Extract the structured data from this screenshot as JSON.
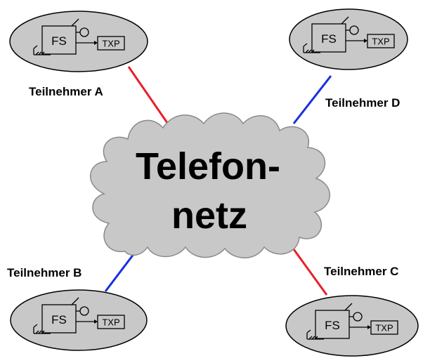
{
  "diagram": {
    "cloud": {
      "line1": "Telefon-",
      "line2": "netz"
    },
    "participants": {
      "a": {
        "label": "Teilnehmer A",
        "fs": "FS",
        "txp": "TXP",
        "link_color": "#e8202a"
      },
      "b": {
        "label": "Teilnehmer B",
        "fs": "FS",
        "txp": "TXP",
        "link_color": "#1a2ee0"
      },
      "c": {
        "label": "Teilnehmer C",
        "fs": "FS",
        "txp": "TXP",
        "link_color": "#e8202a"
      },
      "d": {
        "label": "Teilnehmer D",
        "fs": "FS",
        "txp": "TXP",
        "link_color": "#1a2ee0"
      }
    },
    "colors": {
      "node_fill": "#c8c8c8",
      "cloud_fill": "#c8c8c8",
      "red_link": "#e8202a",
      "blue_link": "#1a2ee0"
    }
  }
}
